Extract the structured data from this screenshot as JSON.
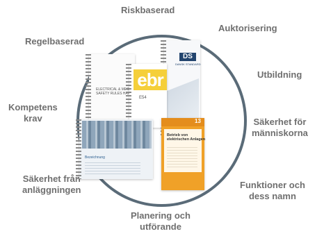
{
  "labels": {
    "riskbaserad": "Riskbaserad",
    "auktorisering": "Auktorisering",
    "regelbaserad": "Regelbaserad",
    "utbildning": "Utbildning",
    "kompetenskrav": [
      "Kompetens",
      "krav"
    ],
    "sakerhet_manniskorna": [
      "Säkerhet för",
      "människorna"
    ],
    "sakerhet_anlaggningen": [
      "Säkerhet från",
      "anläggningen"
    ],
    "funktioner": [
      "Funktioner och",
      "dess namn"
    ],
    "planering": [
      "Planering och",
      "utförande"
    ]
  },
  "books": {
    "handbook_title": [
      "ELECTRICAL & MECHANICAL",
      "SAFETY RULES HANDBOOK"
    ],
    "ebr_logo": "ebr",
    "ebr_code": "E54",
    "ds_logo": "DS",
    "ds_subtitle": "DANSK STANDARD",
    "blue_book_heading": "Bezeichnung",
    "orange_number": "13",
    "orange_title": [
      "Betrieb von",
      "elektrischen Anlagen"
    ]
  },
  "colors": {
    "label_gray": "#6f6f6f",
    "ring": "#5a6b78",
    "ebr_yellow": "#f5cf3a",
    "orange": "#f0a128",
    "ds_blue": "#22446e"
  }
}
